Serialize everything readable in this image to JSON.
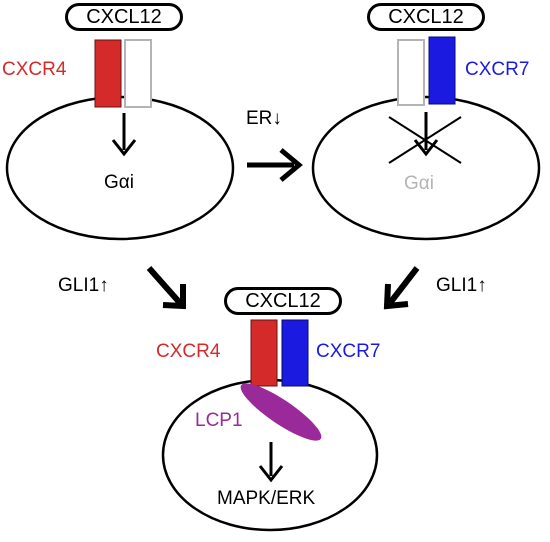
{
  "colors": {
    "cxcr4": "#d42a2a",
    "cxcr7": "#1a1ae0",
    "lcp1": "#9a2a9a",
    "inactive": "#b4b4b4",
    "ink": "#000000"
  },
  "top_left_cell": {
    "ligand": "CXCL12",
    "receptor": "CXCR4",
    "signal": "Gαi"
  },
  "top_right_cell": {
    "ligand": "CXCL12",
    "receptor": "CXCR7",
    "signal": "Gαi",
    "blocked": true
  },
  "transition": {
    "label": "ER↓"
  },
  "left_arrow": {
    "label": "GLI1↑"
  },
  "right_arrow": {
    "label": "GLI1↑"
  },
  "bottom_cell": {
    "ligand": "CXCL12",
    "receptor_left": "CXCR4",
    "receptor_right": "CXCR7",
    "complex_partner": "LCP1",
    "output": "MAPK/ERK"
  }
}
